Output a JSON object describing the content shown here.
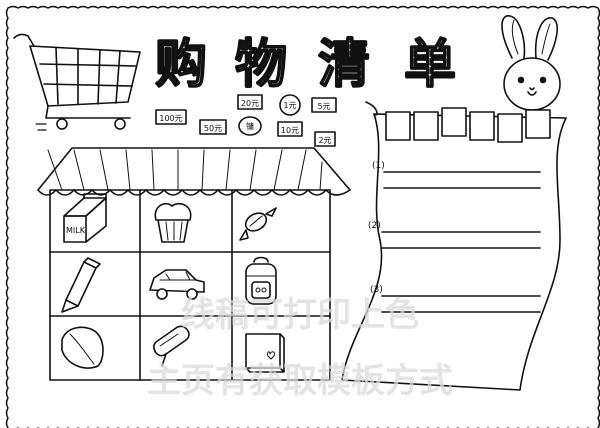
{
  "title": {
    "chars": [
      "购",
      "物",
      "清",
      "单"
    ]
  },
  "money_tags": [
    "100元",
    "50元",
    "20元",
    "镛",
    "1元",
    "10元",
    "5元",
    "2元"
  ],
  "shelf": {
    "milk_label": "MILK"
  },
  "list": {
    "items": [
      "(1)",
      "(2)",
      "(3)"
    ]
  },
  "watermark": {
    "line1": "线稿可打印上色",
    "line2": "主页有获取模板方式"
  }
}
